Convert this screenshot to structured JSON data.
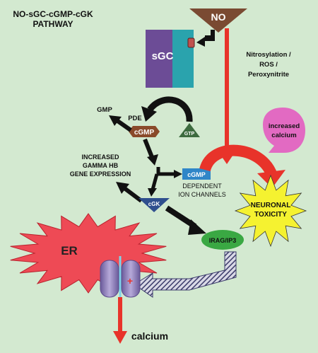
{
  "title": {
    "line1": "NO-sGC-cGMP-cGK",
    "line2": "PATHWAY"
  },
  "nodes": {
    "no": "NO",
    "sgc": "sGC",
    "gmp": "GMP",
    "pde": "PDE",
    "cgmp": "cGMP",
    "gtp": "GTP",
    "cgk": "cGK",
    "cgmp_channel": "cGMP",
    "dependent_channels": {
      "line1": "DEPENDENT",
      "line2": "ION CHANNELS"
    },
    "irag": "IRAG/IP3",
    "er": "ER",
    "calcium": "calcium"
  },
  "annotations": {
    "nitrosylation": {
      "line1": "Nitrosylation /",
      "line2": "ROS /",
      "line3": "Peroxynitrite"
    },
    "gene_expression": {
      "line1": "INCREASED",
      "line2": "GAMMA HB",
      "line3": "GENE EXPRESSION"
    },
    "increased_calcium": {
      "line1": "increased",
      "line2": "calcium"
    },
    "neuronal_toxicity": {
      "line1": "NEURONAL",
      "line2": "TOXICITY"
    }
  },
  "colors": {
    "background": "#d3e9d0",
    "no_triangle": "#7a4a32",
    "arrow_red": "#e8332a",
    "sgc_purple": "#6c4c96",
    "sgc_teal": "#2aa3ad",
    "cgmp_hex": "#8a4a2a",
    "gtp": "#3d6b3f",
    "cgk": "#2f4f8e",
    "cgmp_channel": "#2f86c8",
    "irag": "#3aa843",
    "er": "#ee4a55",
    "calcium_blob": "#e26ac2",
    "toxicity_star": "#f5f230",
    "channel": "#8d7bb5"
  }
}
